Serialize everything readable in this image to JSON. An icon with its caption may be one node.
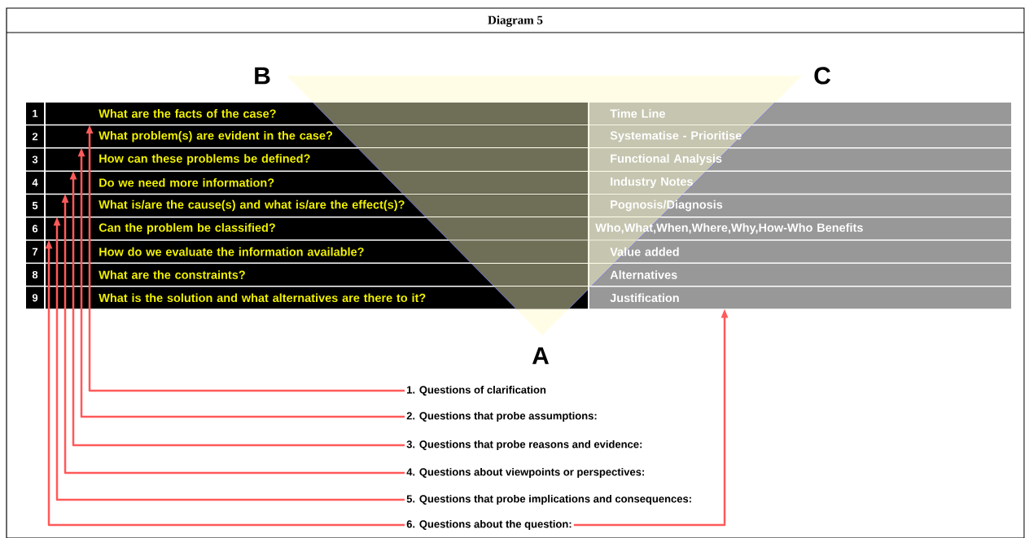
{
  "diagram": {
    "title": "Diagram 5",
    "nodes": [
      {
        "text": [
          "1",
          "What are the facts of the case?"
        ]
      },
      {
        "text": [
          "Time Line"
        ]
      },
      {
        "text": [
          "2",
          "What problem(s) are evident in the case?"
        ]
      },
      {
        "text": [
          "Systematise - Prioritise"
        ]
      },
      {
        "text": [
          "3",
          "How can these problems be defined?"
        ]
      },
      {
        "text": [
          "Functional Analysis"
        ]
      },
      {
        "text": [
          "4",
          "Do we need more information?"
        ]
      },
      {
        "text": [
          "Industry Notes"
        ]
      },
      {
        "text": [
          "5",
          "What is/are the cause(s) and what is/are the effect(s)?"
        ]
      },
      {
        "text": [
          "Pognosis/Diagnosis"
        ]
      },
      {
        "text": [
          "6",
          "Can the problem be classified?"
        ]
      },
      {
        "text": [
          "Who,What,When,Where,Why,How-Who Benefits"
        ]
      },
      {
        "text": [
          "7",
          "How do we evaluate the information available?"
        ]
      },
      {
        "text": [
          "Value added"
        ]
      },
      {
        "text": [
          "8",
          "What are the constraints?"
        ]
      },
      {
        "text": [
          "Alternatives"
        ]
      },
      {
        "text": [
          "9",
          "What is the solution and what alternatives are there to it?"
        ]
      },
      {
        "text": [
          "Justification"
        ]
      },
      {
        "text": [
          "1. Questions of clarification"
        ]
      },
      {
        "text": [
          "2. Questions that probe assumptions:"
        ]
      },
      {
        "text": [
          "3. Questions that probe reasons and evidence:"
        ]
      },
      {
        "text": [
          "4. Questions about viewpoints or perspectives:"
        ]
      },
      {
        "text": [
          "5. Questions that probe implications and consequences:"
        ]
      },
      {
        "text": [
          "6. Questions about the question:"
        ]
      }
    ],
    "edges": [
      {
        "from": 18,
        "to": 0,
        "arrow": "to"
      },
      {
        "from": 19,
        "to": 2,
        "arrow": "to"
      },
      {
        "from": 20,
        "to": 4,
        "arrow": "to"
      },
      {
        "from": 21,
        "to": 6,
        "arrow": "to"
      },
      {
        "from": 22,
        "to": 8,
        "arrow": "to"
      },
      {
        "from": 23,
        "to": 10,
        "arrow": "to"
      },
      {
        "from": 23,
        "to": 17,
        "arrow": "to"
      }
    ],
    "labels": [
      "B",
      "C",
      "A"
    ]
  }
}
